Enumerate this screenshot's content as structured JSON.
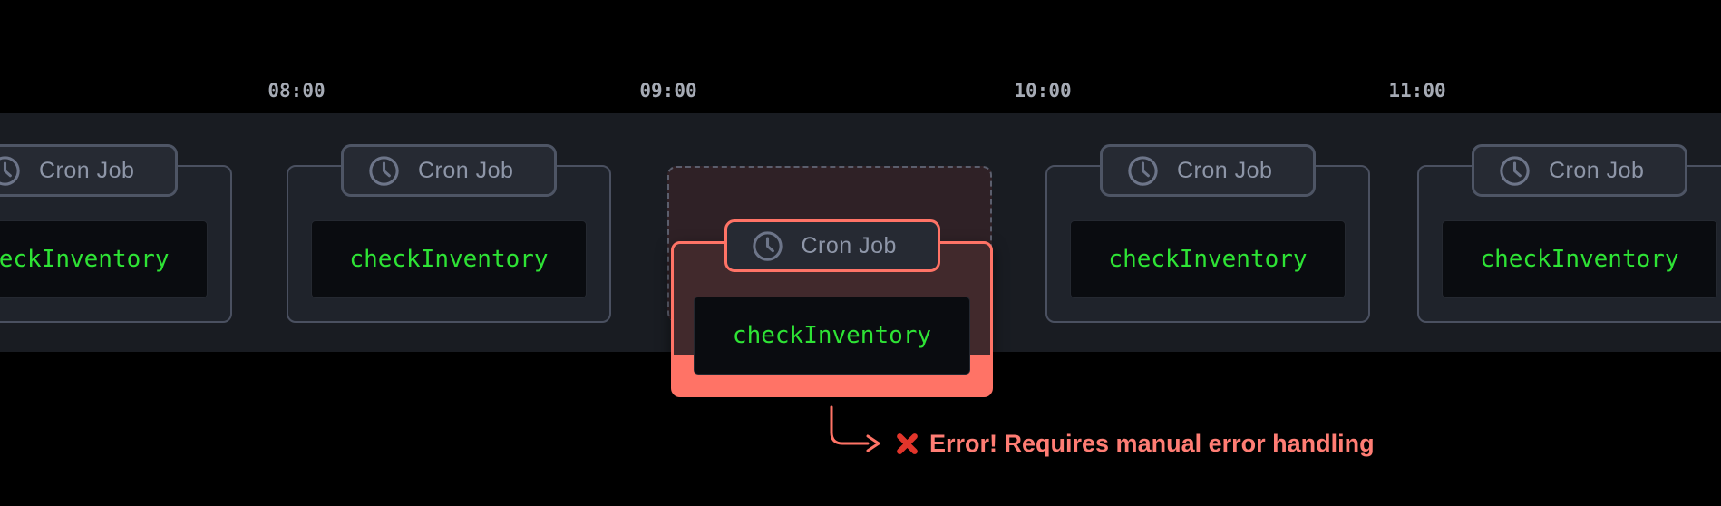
{
  "diagram": {
    "time_labels": [
      "08:00",
      "09:00",
      "10:00",
      "11:00"
    ],
    "badge_label": "Cron Job",
    "job_name": "checkInventory",
    "error_message": "Error! Requires manual error handling"
  },
  "colors": {
    "background": "#000000",
    "timeline_band": "#191c22",
    "card_fill": "#1f232b",
    "card_border": "#4a5060",
    "badge_fill": "#262a33",
    "badge_text": "#8e96a8",
    "job_text_green": "#2ee335",
    "code_box_fill": "#0a0c10",
    "time_label_text": "#a6abb5",
    "error_accent": "#ff7366",
    "error_card_interior": "#41292c",
    "ghost_fill": "#2f2126",
    "error_message_text": "#ff7d74",
    "cross_mark_red": "#e2352b"
  }
}
